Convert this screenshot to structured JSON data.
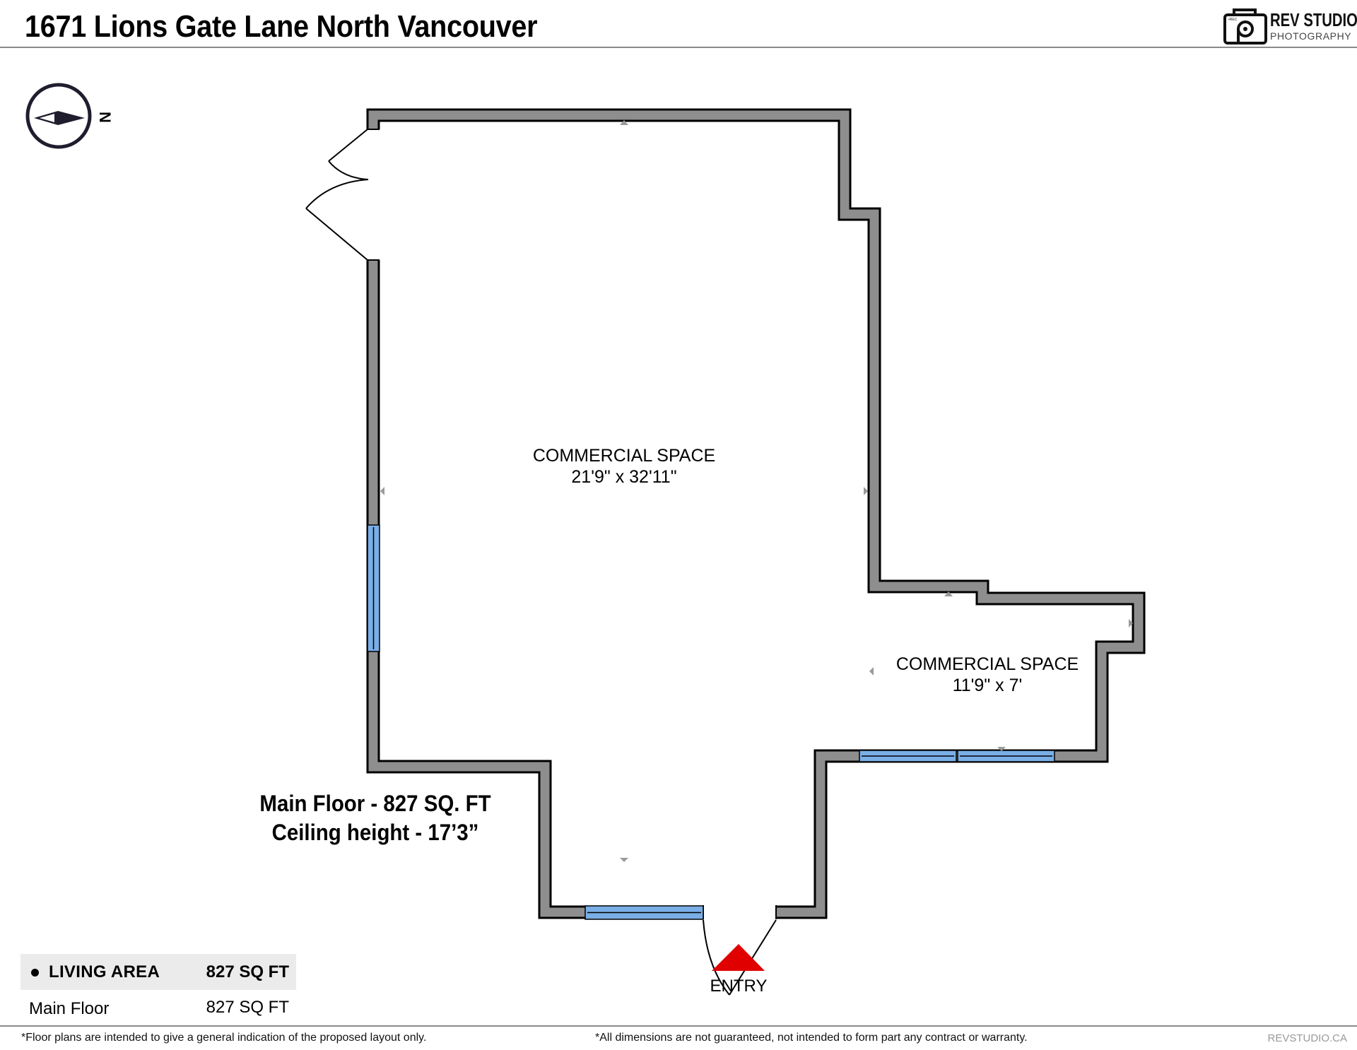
{
  "header": {
    "title": "1671 Lions Gate Lane North Vancouver",
    "logo": {
      "name": "REV STUDIO",
      "tagline": "PHOTOGRAPHY",
      "icon": "camera-icon"
    }
  },
  "compass": {
    "direction_label": "N",
    "icon": "compass-icon"
  },
  "rooms": [
    {
      "name": "COMMERCIAL SPACE",
      "dimensions": "21'9\" x 32'11\""
    },
    {
      "name": "COMMERCIAL SPACE",
      "dimensions": "11'9\" x 7'"
    }
  ],
  "floor_summary": {
    "line1": "Main Floor - 827 SQ. FT",
    "line2": "Ceiling height - 17’3”"
  },
  "entry": {
    "label": "ENTRY",
    "marker_color": "#e00000"
  },
  "area_table": {
    "header": {
      "label": "LIVING AREA",
      "value": "827 SQ FT"
    },
    "rows": [
      {
        "label": "Main Floor",
        "value": "827 SQ FT"
      }
    ]
  },
  "footer": {
    "disclaimer_left": "*Floor plans are intended to give a general indication of the proposed layout only.",
    "disclaimer_right": "*All dimensions are not guaranteed, not intended to form part any contract or warranty.",
    "site": "REVSTUDIO.CA"
  },
  "colors": {
    "wall_fill": "#8e8e8e",
    "wall_outline": "#000000",
    "window_fill": "#7aaee6",
    "marker": "#9a9a9a",
    "entry": "#e00000"
  }
}
